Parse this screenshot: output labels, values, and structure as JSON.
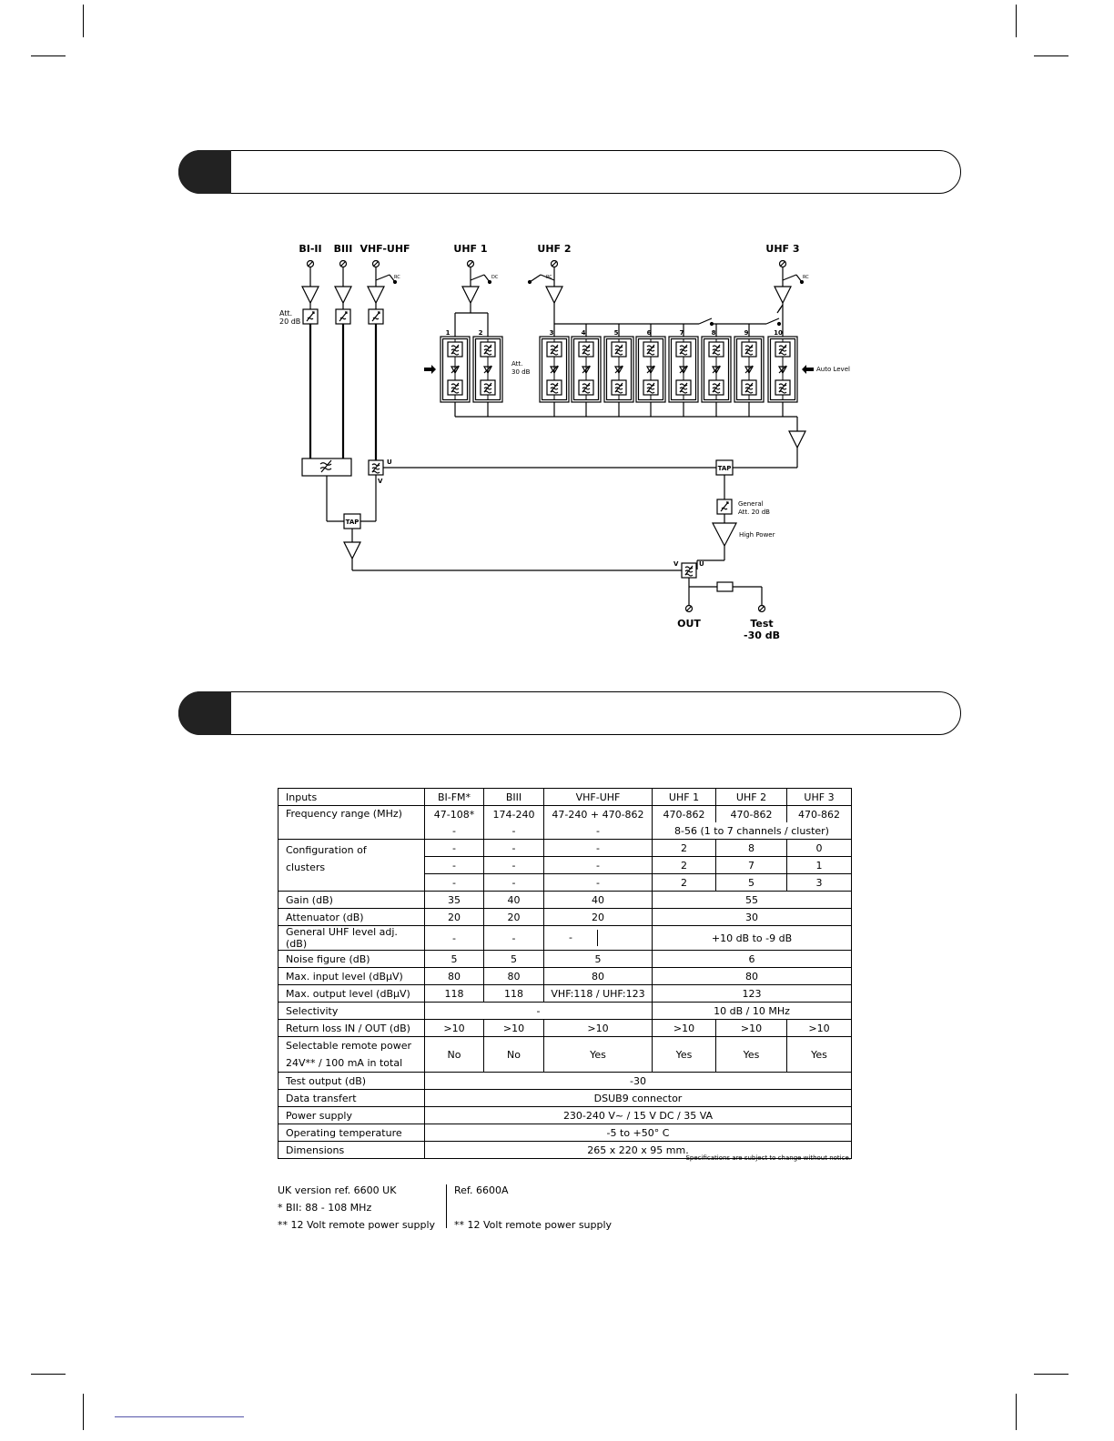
{
  "diagram": {
    "inputs": {
      "b1": "BI-II",
      "b3": "BIII",
      "vhfuhf": "VHF-UHF",
      "uhf1": "UHF 1",
      "uhf2": "UHF 2",
      "uhf3": "UHF 3"
    },
    "rc_label": "RC",
    "dc_label": "DC",
    "att20": [
      "Att.",
      "20 dB"
    ],
    "att30": [
      "Att.",
      "30 dB"
    ],
    "auto_level": "Auto Level",
    "filter_nums": [
      "1",
      "2",
      "3",
      "4",
      "5",
      "6",
      "7",
      "8",
      "9",
      "10"
    ],
    "tap": "TAP",
    "u": "U",
    "v": "V",
    "general_att": [
      "General",
      "Att. 20 dB"
    ],
    "high_power": "High Power",
    "out": "OUT",
    "test": [
      "Test",
      "-30 dB"
    ]
  },
  "table": {
    "header": [
      "Inputs",
      "BI-FM*",
      "BIII",
      "VHF-UHF",
      "UHF 1",
      "UHF 2",
      "UHF 3"
    ],
    "freq": {
      "label": "Frequency range (MHz)",
      "values": [
        "47-108*",
        "174-240",
        "47-240 + 470-862",
        "470-862",
        "470-862",
        "470-862"
      ],
      "sub": [
        "-",
        "-",
        "-",
        "8-56 (1 to 7 channels / cluster)"
      ]
    },
    "config": {
      "label": [
        "Configuration of",
        "clusters"
      ],
      "rows": [
        [
          "-",
          "-",
          "-",
          "2",
          "8",
          "0"
        ],
        [
          "-",
          "-",
          "-",
          "2",
          "7",
          "1"
        ],
        [
          "-",
          "-",
          "-",
          "2",
          "5",
          "3"
        ]
      ]
    },
    "gain": {
      "label": "Gain (dB)",
      "values": [
        "35",
        "40",
        "40",
        "55"
      ]
    },
    "attenuator": {
      "label": "Attenuator (dB)",
      "values": [
        "20",
        "20",
        "20",
        "30"
      ]
    },
    "general_uhf": {
      "label": "General UHF level adj. (dB)",
      "values": [
        "-",
        "-",
        "-",
        "+10 dB to -9 dB"
      ]
    },
    "noise": {
      "label": "Noise figure (dB)",
      "values": [
        "5",
        "5",
        "5",
        "6"
      ]
    },
    "max_input": {
      "label": "Max. input level (dBµV)",
      "values": [
        "80",
        "80",
        "80",
        "80"
      ]
    },
    "max_output": {
      "label": "Max. output level (dBµV)",
      "values": [
        "118",
        "118",
        "VHF:118 / UHF:123",
        "123"
      ]
    },
    "selectivity": {
      "label": "Selectivity",
      "values": [
        "-",
        "10 dB / 10 MHz"
      ]
    },
    "return_loss": {
      "label": "Return loss IN / OUT (dB)",
      "values": [
        ">10",
        ">10",
        ">10",
        ">10",
        ">10",
        ">10"
      ]
    },
    "remote_power": {
      "label": [
        "Selectable remote power",
        "24V** / 100 mA in total"
      ],
      "values": [
        "No",
        "No",
        "Yes",
        "Yes",
        "Yes",
        "Yes"
      ]
    },
    "test_output": {
      "label": "Test output (dB)",
      "value": "-30"
    },
    "data_transfer": {
      "label": "Data transfert",
      "value": "DSUB9 connector"
    },
    "power_supply": {
      "label": "Power supply",
      "value": "230-240 V~ / 15 V DC / 35 VA"
    },
    "operating_temp": {
      "label": "Operating temperature",
      "value": "-5 to +50° C"
    },
    "dimensions": {
      "label": "Dimensions",
      "value": "265 x 220 x 95 mm."
    }
  },
  "spec_notice": "Specifications are subject to change without notice.",
  "notes": {
    "left": [
      "UK version ref. 6600 UK",
      "* BII: 88 - 108 MHz",
      "** 12 Volt remote power supply"
    ],
    "right": [
      "Ref. 6600A",
      "** 12 Volt remote power supply"
    ]
  }
}
